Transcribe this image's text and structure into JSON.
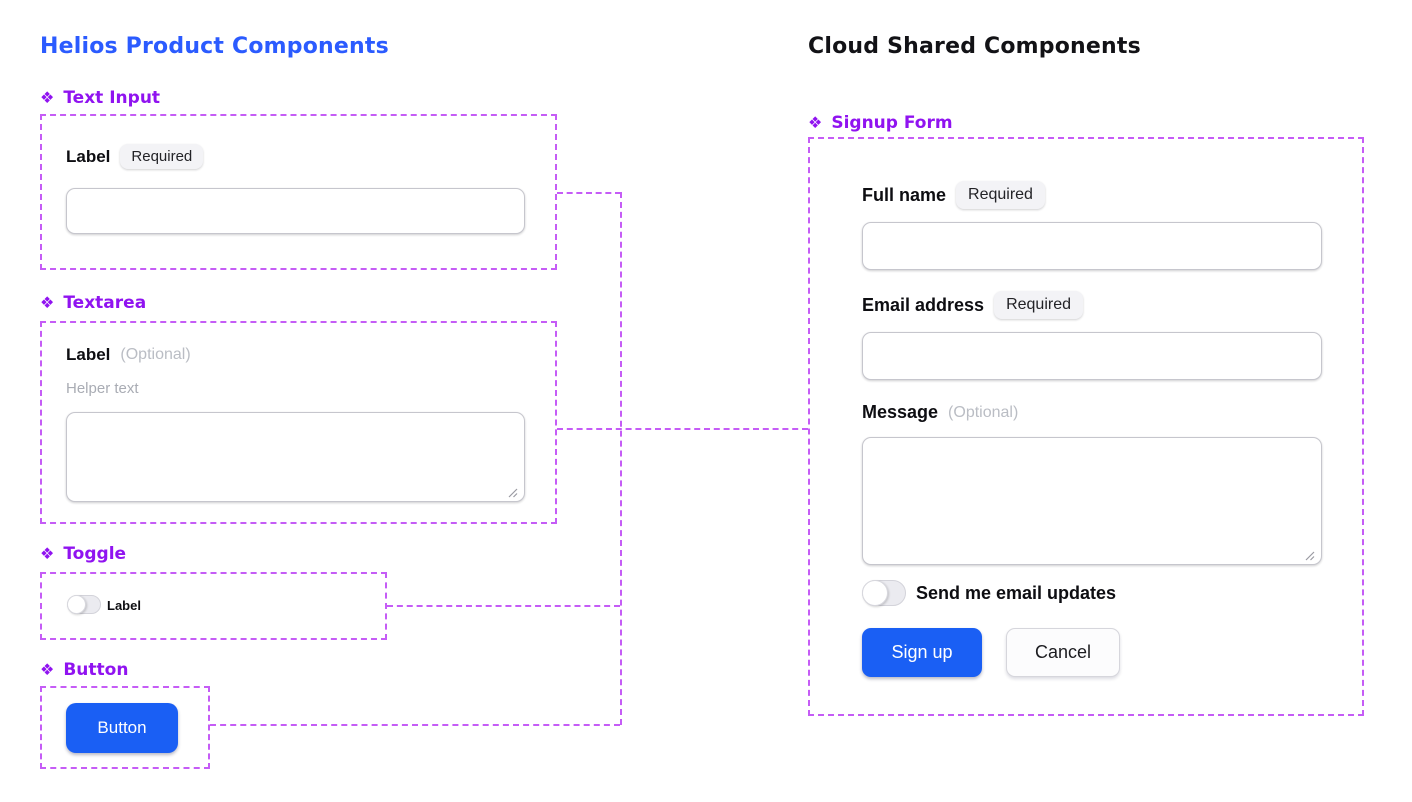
{
  "canvas": {
    "background": "#FFFFFF"
  },
  "colors": {
    "title_blue": "#2B5BFF",
    "title_black": "#121216",
    "heading_purple": "#9013F0",
    "frame_dash_purple": "#C55CF6",
    "button_blue": "#1A5FF4",
    "badge_bg": "#F3F3F6",
    "muted_gray": "#A9ACB4"
  },
  "icons": {
    "component_icon_glyph": "❖"
  },
  "left_panel": {
    "title": "Helios Product Components",
    "text_input": {
      "heading": "Text Input",
      "label": "Label",
      "badge": "Required",
      "value": "",
      "placeholder": ""
    },
    "textarea": {
      "heading": "Textarea",
      "label": "Label",
      "optional_tag": "(Optional)",
      "helper_text": "Helper text",
      "value": ""
    },
    "toggle": {
      "heading": "Toggle",
      "label": "Label",
      "state": "off"
    },
    "button": {
      "heading": "Button",
      "label": "Button"
    }
  },
  "right_panel": {
    "title": "Cloud Shared Components",
    "signup_form": {
      "heading": "Signup Form",
      "fields": [
        {
          "label": "Full name",
          "badge": "Required",
          "value": ""
        },
        {
          "label": "Email address",
          "badge": "Required",
          "value": ""
        },
        {
          "label": "Message",
          "optional_tag": "(Optional)",
          "value": ""
        }
      ],
      "toggle": {
        "label": "Send me email updates",
        "state": "off"
      },
      "actions": {
        "submit_label": "Sign up",
        "cancel_label": "Cancel"
      }
    }
  }
}
